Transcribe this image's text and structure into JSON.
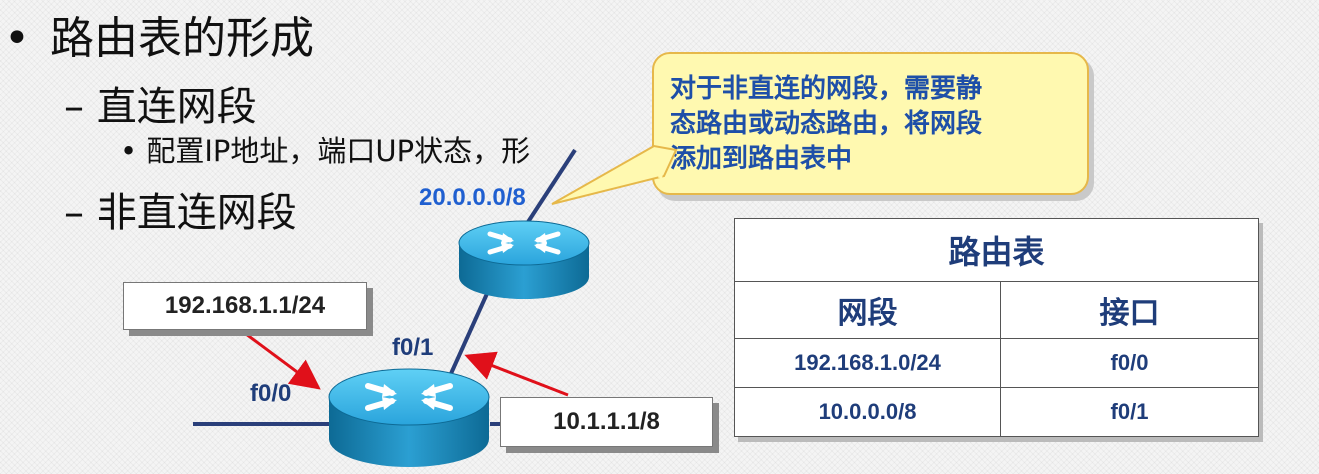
{
  "outline": {
    "bullet": "•",
    "title": "路由表的形成",
    "item1": "– 直连网段",
    "item1_sub": "• 配置IP地址，端口UP状态，形",
    "item2": "– 非直连网段"
  },
  "network": {
    "label_top_net": "20.0.0.0/8",
    "ip_left": "192.168.1.1/24",
    "ip_right": "10.1.1.1/8",
    "port_f00": "f0/0",
    "port_f01": "f0/1"
  },
  "callout": {
    "line1": "对于非直连的网段，需要静",
    "line2": "态路由或动态路由，将网段",
    "line3": "添加到路由表中"
  },
  "route_table": {
    "title": "路由表",
    "headers": [
      "网段",
      "接口"
    ],
    "rows": [
      [
        "192.168.1.0/24",
        "f0/0"
      ],
      [
        "10.0.0.0/8",
        "f0/1"
      ]
    ]
  }
}
